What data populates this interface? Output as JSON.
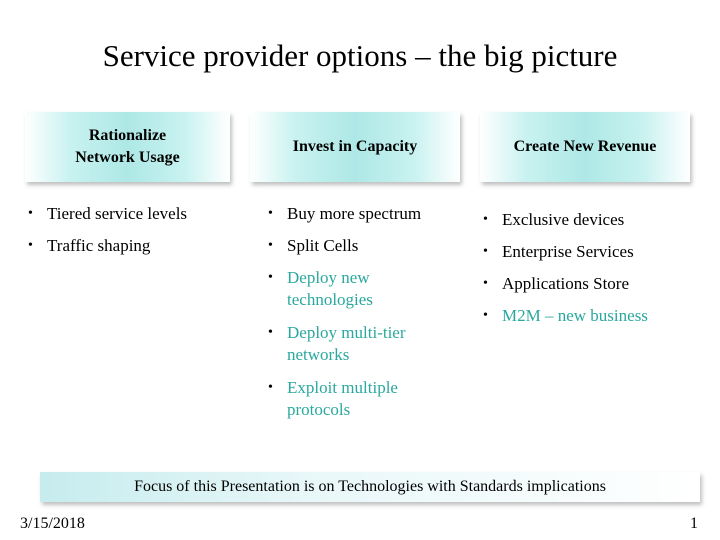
{
  "title": "Service provider options – the big picture",
  "columns": [
    {
      "header": "Rationalize Network Usage",
      "items": [
        {
          "text": "Tiered service levels"
        },
        {
          "text": "Traffic shaping"
        }
      ]
    },
    {
      "header": "Invest in Capacity",
      "items": [
        {
          "text": "Buy more spectrum"
        },
        {
          "text": "Split Cells"
        },
        {
          "text": "Deploy new technologies"
        },
        {
          "text": "Deploy multi-tier networks"
        },
        {
          "text": "Exploit multiple protocols"
        }
      ]
    },
    {
      "header": "Create New Revenue",
      "items": [
        {
          "text": "Exclusive devices"
        },
        {
          "text": "Enterprise Services"
        },
        {
          "text": "Applications Store"
        },
        {
          "text": "M2M – new business"
        }
      ]
    }
  ],
  "bullet": "•",
  "footer": "Focus of this Presentation is on Technologies with Standards implications",
  "date": "3/15/2018",
  "page_number": "1",
  "colors": {
    "accent_text": "#2aa89e",
    "box_fill": "#aee8e6",
    "footer_fill": "#c6ecee"
  }
}
